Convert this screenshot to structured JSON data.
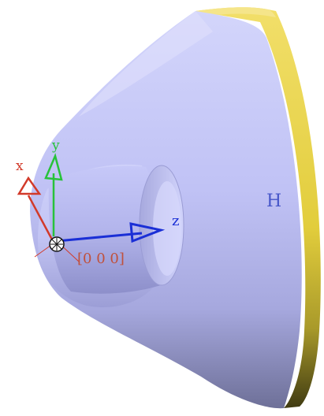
{
  "viewport": {
    "axes": {
      "x_label": "x",
      "y_label": "y",
      "z_label": "z",
      "origin_label": "[0 0 0]",
      "x_color": "#d23a2a",
      "y_color": "#28c23a",
      "z_color": "#1a2fd6"
    },
    "side_label": "H",
    "colors": {
      "cone_light": "#d6d8fb",
      "cone_mid": "#b9bbf2",
      "cone_dark": "#8486ba",
      "rim_gold": "#e8d44e",
      "rim_dark": "#5a5318",
      "label_blue": "#4656c9",
      "origin_red": "#c0513c"
    }
  }
}
